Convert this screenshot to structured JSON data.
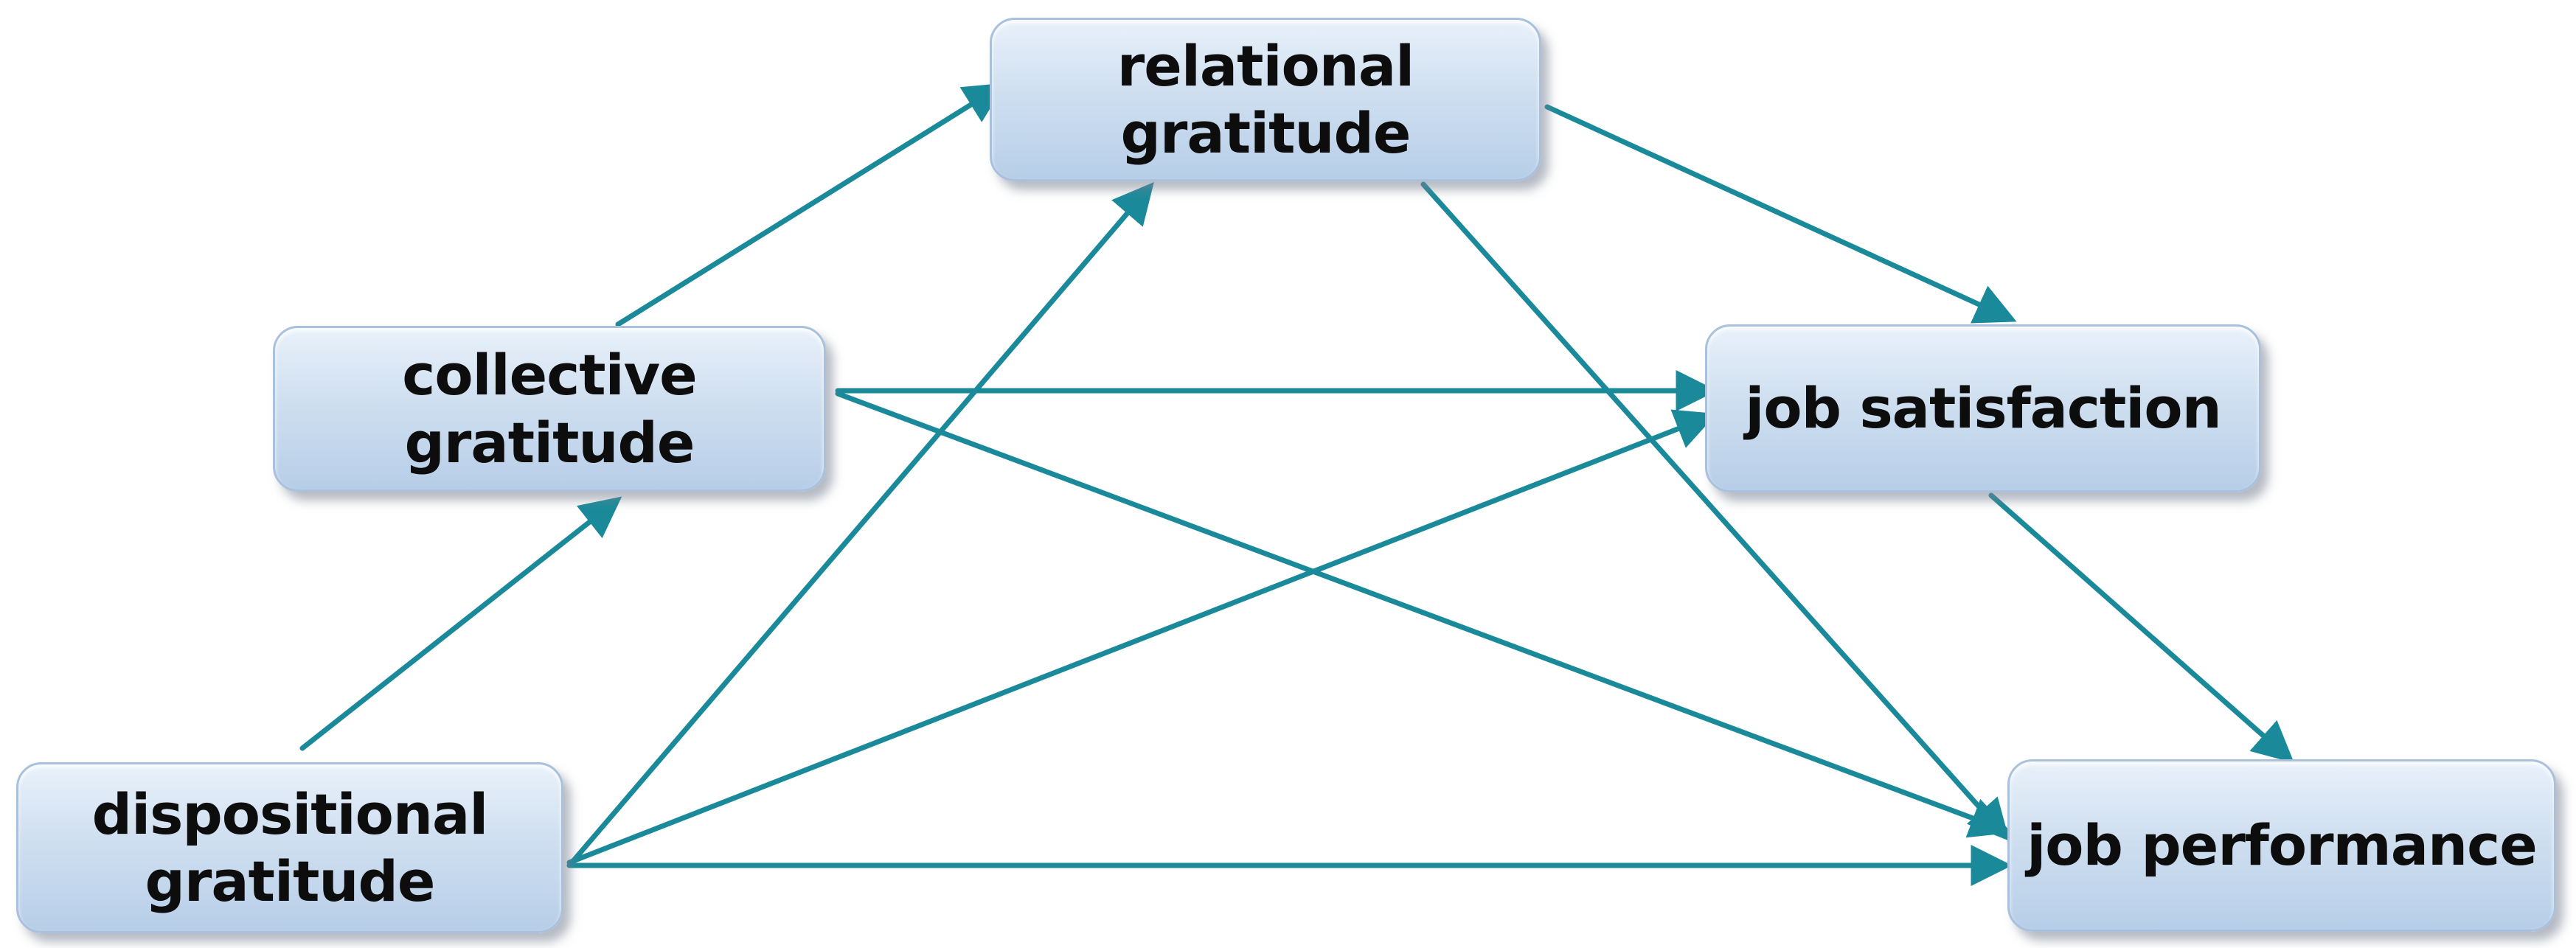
{
  "diagram": {
    "edge_color": "#1a8a9a",
    "node_fill_top": "#e9f1fa",
    "node_fill_bottom": "#b7cee8",
    "nodes": {
      "relational": {
        "label": "relational\ngratitude"
      },
      "collective": {
        "label": "collective\ngratitude"
      },
      "job_satisfaction": {
        "label": "job satisfaction"
      },
      "dispositional": {
        "label": "dispositional\ngratitude"
      },
      "job_performance": {
        "label": "job performance"
      }
    },
    "edges": [
      {
        "from": "dispositional",
        "to": "collective"
      },
      {
        "from": "collective",
        "to": "relational"
      },
      {
        "from": "dispositional",
        "to": "relational"
      },
      {
        "from": "relational",
        "to": "job_satisfaction"
      },
      {
        "from": "relational",
        "to": "job_performance"
      },
      {
        "from": "collective",
        "to": "job_satisfaction"
      },
      {
        "from": "collective",
        "to": "job_performance"
      },
      {
        "from": "dispositional",
        "to": "job_satisfaction"
      },
      {
        "from": "dispositional",
        "to": "job_performance"
      },
      {
        "from": "job_satisfaction",
        "to": "job_performance"
      }
    ]
  }
}
